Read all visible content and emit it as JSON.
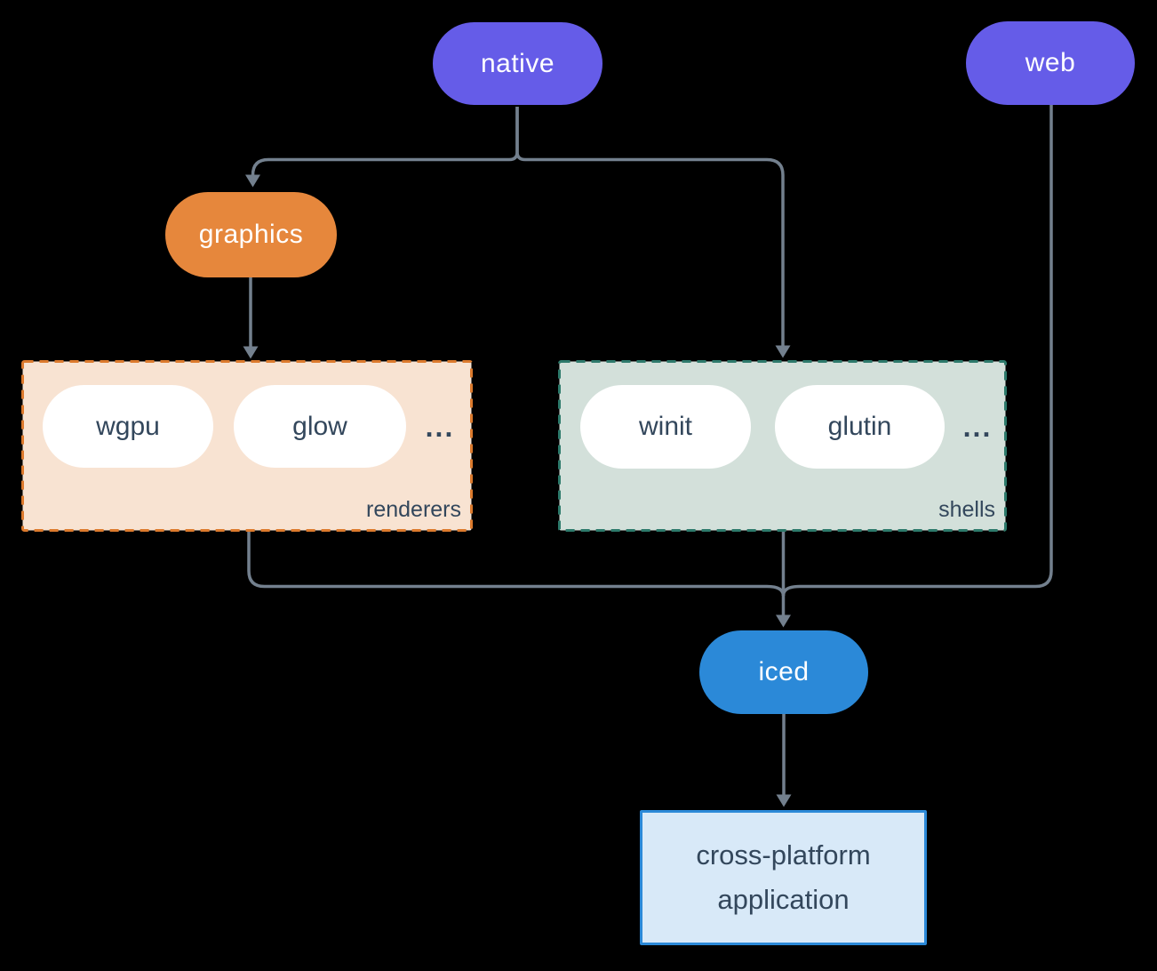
{
  "diagram": {
    "background": "#000000",
    "connector_color": "#73808e",
    "item_fill": "#ffffff",
    "item_text_color": "#33475c",
    "nodes": {
      "native": {
        "label": "native",
        "color": "#655ce8",
        "text_color": "#ffffff"
      },
      "web": {
        "label": "web",
        "color": "#655ce8",
        "text_color": "#ffffff"
      },
      "graphics": {
        "label": "graphics",
        "color": "#e6873c",
        "text_color": "#ffffff"
      },
      "iced": {
        "label": "iced",
        "color": "#2b89d8",
        "text_color": "#ffffff"
      },
      "application": {
        "label_line1": "cross-platform",
        "label_line2": "application",
        "fill": "#d8e9f8",
        "border": "#2b89d8",
        "text_color": "#33475c"
      }
    },
    "groups": {
      "renderers": {
        "label": "renderers",
        "fill": "#f8e3d2",
        "border": "#dc7a2d",
        "items": [
          "wgpu",
          "glow"
        ],
        "ellipsis": "..."
      },
      "shells": {
        "label": "shells",
        "fill": "#d3e0da",
        "border": "#2d7a6b",
        "items": [
          "winit",
          "glutin"
        ],
        "ellipsis": "..."
      }
    },
    "edges": [
      {
        "from": "native",
        "to": "graphics"
      },
      {
        "from": "native",
        "to": "shells"
      },
      {
        "from": "graphics",
        "to": "renderers"
      },
      {
        "from": "renderers",
        "to": "iced"
      },
      {
        "from": "shells",
        "to": "iced"
      },
      {
        "from": "web",
        "to": "iced"
      },
      {
        "from": "iced",
        "to": "application"
      }
    ]
  }
}
